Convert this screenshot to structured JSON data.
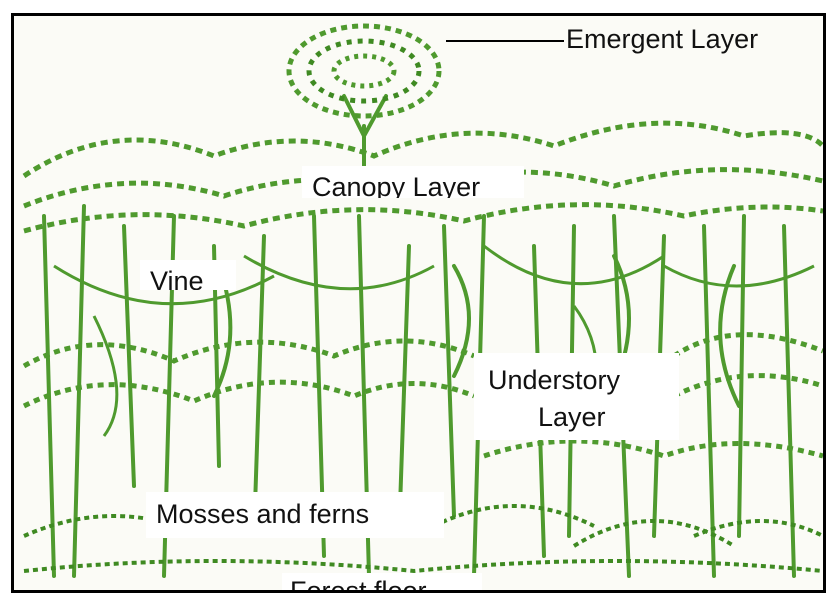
{
  "labels": {
    "emergent": "Emergent Layer",
    "canopy": "Canopy Layer",
    "vine": "Vine",
    "understory_line1": "Understory",
    "understory_line2": "Layer",
    "mosses": "Mosses and ferns",
    "forest_floor": "Forest floor"
  },
  "colors": {
    "foliage": "#4f9a2e",
    "foliage_dark": "#3f8a22",
    "background": "#fbfbf6",
    "border": "#000000"
  }
}
